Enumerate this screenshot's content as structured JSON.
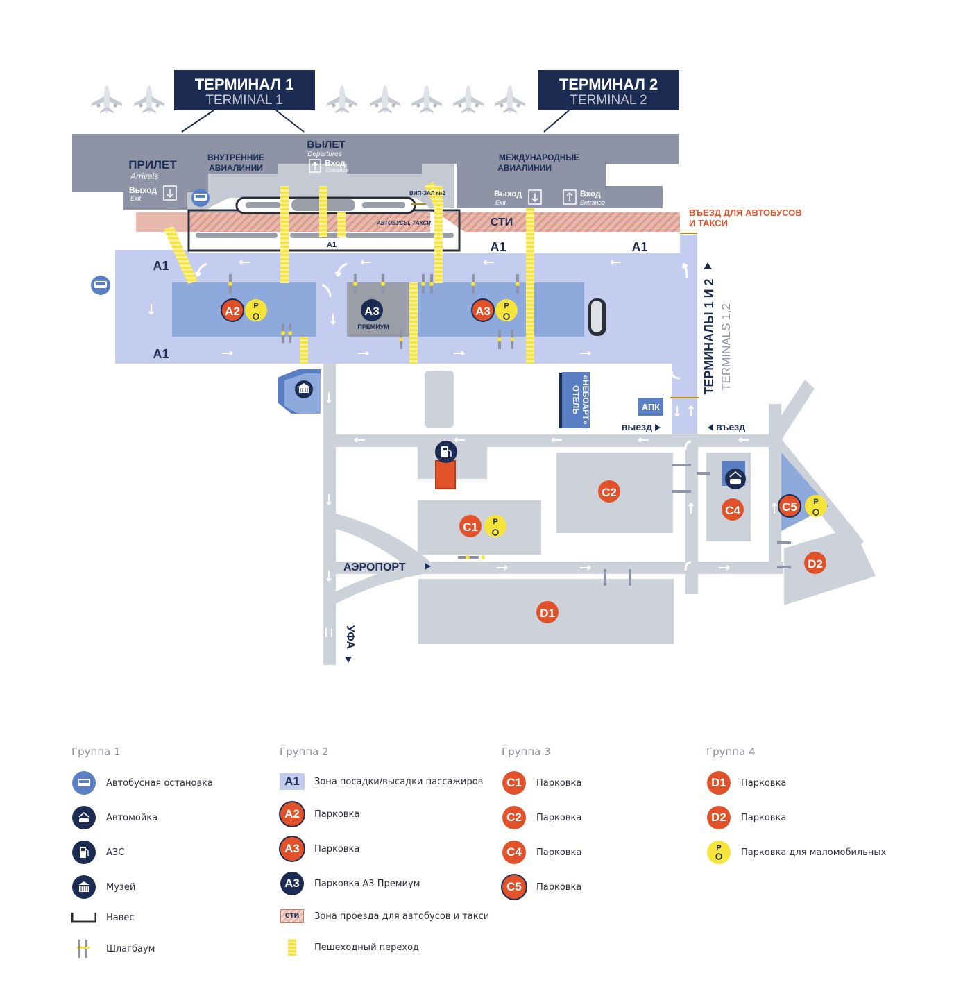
{
  "colors": {
    "navy": "#1c2b52",
    "terminal_gray": "#8e94a6",
    "terminal_light": "#c5c9d4",
    "road_lavender": "#c4ccef",
    "road_gray": "#cdd1da",
    "parking_blue": "#8ea9dc",
    "parking_gray": "#cdd1da",
    "premium_gray": "#9a9ea8",
    "orange": "#e2522a",
    "yellow": "#f7e43a",
    "bus_zone": "#e7b8ac",
    "bus_blue": "#5a7fc4"
  },
  "map": {
    "terminal1": {
      "ru": "ТЕРМИНАЛ 1",
      "en": "TERMINAL 1"
    },
    "terminal2": {
      "ru": "ТЕРМИНАЛ 2",
      "en": "TERMINAL 2"
    },
    "arrivals": {
      "ru": "ПРИЛЕТ",
      "en": "Arrivals"
    },
    "domestic": {
      "line1": "ВНУТРЕННИЕ",
      "line2": "АВИАЛИНИИ"
    },
    "departures": {
      "ru": "ВЫЛЕТ",
      "en": "Departures"
    },
    "entrance": {
      "ru": "Вход",
      "en": "Entrance"
    },
    "exit": {
      "ru": "Выход",
      "en": "Exit"
    },
    "international": {
      "line1": "МЕЖДУНАРОДНЫЕ",
      "line2": "АВИАЛИНИИ"
    },
    "vip": "ВИП-ЗАЛ №2",
    "buses_taxi": "АВТОБУСЫ, ТАКСИ",
    "sti": "СТИ",
    "bus_entry": {
      "line1": "ВЪЕЗД ДЛЯ АВТОБУСОВ",
      "line2": "И ТАКСИ"
    },
    "a1": "A1",
    "a2": "A2",
    "a3": "A3",
    "a3_premium": "ПРЕМИУМ",
    "p": "P",
    "terminals_ru": "ТЕРМИНАЛЫ 1 И 2",
    "terminals_en": "TERMINALS 1,2",
    "hotel": {
      "line1": "ОТЕЛЬ",
      "line2": "«НЕБОАРТ»"
    },
    "apk": "АПК",
    "vyezd": "выезд",
    "vezd": "въезд",
    "c1": "C1",
    "c2": "C2",
    "c4": "C4",
    "c5": "C5",
    "d1": "D1",
    "d2": "D2",
    "airport": "АЭРОПОРТ",
    "ufa": "УФА"
  },
  "legend": {
    "group1": {
      "title": "Группа 1",
      "items": [
        {
          "icon": "bus-icon",
          "label": "Автобусная остановка"
        },
        {
          "icon": "car-wash-icon",
          "label": "Автомойка"
        },
        {
          "icon": "fuel-icon",
          "label": "АЗС"
        },
        {
          "icon": "museum-icon",
          "label": "Музей"
        },
        {
          "icon": "canopy-icon",
          "label": "Навес"
        },
        {
          "icon": "barrier-icon",
          "label": "Шлагбаум"
        }
      ]
    },
    "group2": {
      "title": "Группа 2",
      "items": [
        {
          "badge": "A1",
          "label": "Зона посадки/высадки пассажиров"
        },
        {
          "badge": "A2",
          "label": "Парковка"
        },
        {
          "badge": "A3",
          "label": "Парковка"
        },
        {
          "badge": "A3",
          "label": "Парковка А3 Премиум"
        },
        {
          "badge": "СТИ",
          "label": "Зона проезда для автобусов и такси"
        },
        {
          "icon": "crosswalk-icon",
          "label": "Пешеходный переход"
        }
      ]
    },
    "group3": {
      "title": "Группа 3",
      "items": [
        {
          "badge": "C1",
          "label": "Парковка"
        },
        {
          "badge": "C2",
          "label": "Парковка"
        },
        {
          "badge": "C4",
          "label": "Парковка"
        },
        {
          "badge": "C5",
          "label": "Парковка"
        }
      ]
    },
    "group4": {
      "title": "Группа 4",
      "items": [
        {
          "badge": "D1",
          "label": "Парковка"
        },
        {
          "badge": "D2",
          "label": "Парковка"
        },
        {
          "badge": "P",
          "label": "Парковка для маломобильных"
        }
      ]
    }
  }
}
